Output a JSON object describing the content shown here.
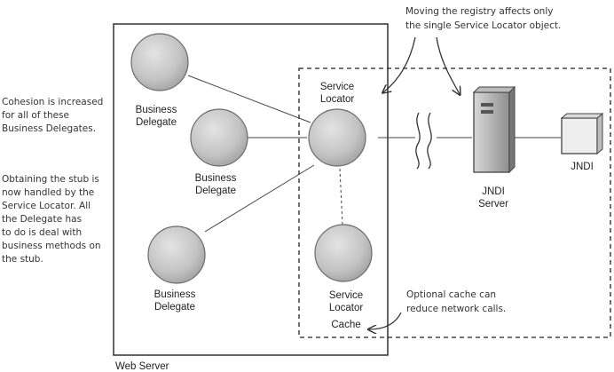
{
  "notes": {
    "cohesion": [
      "Cohesion is increased",
      "for all of these",
      "Business Delegates."
    ],
    "stub": [
      "Obtaining the stub is",
      "now handled by the",
      "Service Locator. All",
      "the Delegate has",
      "to do is deal with",
      "business methods on",
      "the stub."
    ],
    "registry": [
      "Moving the registry affects only",
      "the single Service Locator object."
    ],
    "cache": [
      "Optional cache can",
      "reduce network calls."
    ]
  },
  "nodes": {
    "delegate1": [
      "Business",
      "Delegate"
    ],
    "delegate2": [
      "Business",
      "Delegate"
    ],
    "delegate3": [
      "Business",
      "Delegate"
    ],
    "locator_main": [
      "Service",
      "Locator"
    ],
    "locator_cache": [
      "Service",
      "Locator"
    ],
    "cache": "Cache",
    "jndi_server": [
      "JNDI",
      "Server"
    ],
    "jndi": "JNDI"
  },
  "containers": {
    "web_server": "Web Server"
  },
  "colors": {
    "node_fill": "#c8c8c8",
    "node_stroke": "#6a6a6a",
    "line": "#444444"
  }
}
